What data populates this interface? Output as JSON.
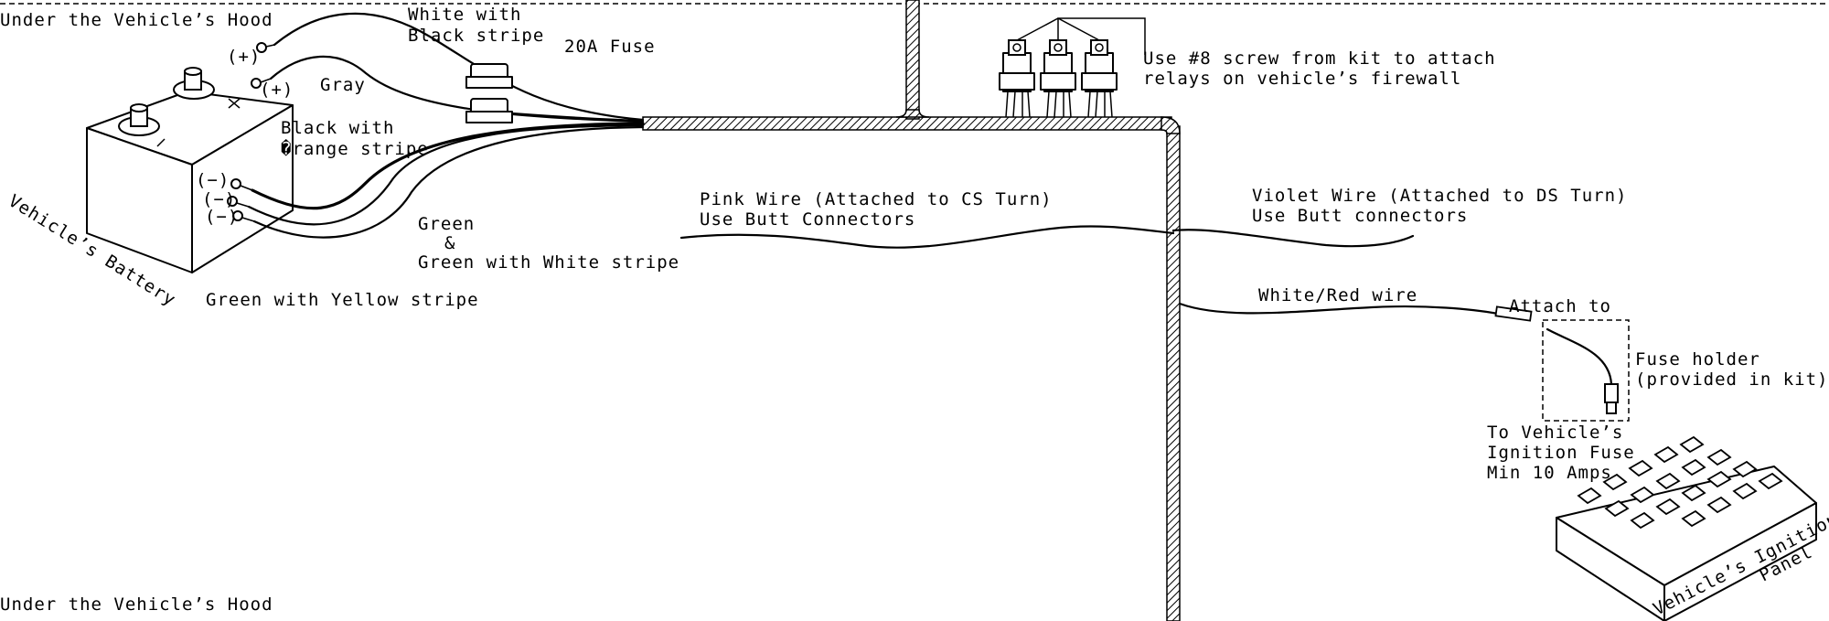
{
  "labels": {
    "hood_top": "Under the Vehicle’s Hood",
    "hood_bottom": "Under the Vehicle’s Hood",
    "white_black_1": "White with",
    "white_black_2": "Black stripe",
    "fuse_20a": "20A Fuse",
    "gray": "Gray",
    "black_orange_1": "Black with",
    "black_orange_2": "�range stripe",
    "plus_1": "(+)",
    "plus_2": "(+)",
    "minus_1": "(−)",
    "minus_2": "(−)",
    "minus_3": "(−)",
    "battery": "Vehicle’s Battery",
    "green_1": "Green",
    "green_amp": "&",
    "green_2": "Green with White stripe",
    "green_yellow": "Green with Yellow stripe",
    "relay_note_1": "Use #8 screw from kit to attach",
    "relay_note_2": "relays on vehicle’s firewall",
    "pink_1": "Pink Wire (Attached to CS Turn)",
    "pink_2": "Use Butt Connectors",
    "violet_1": "Violet Wire (Attached to DS Turn)",
    "violet_2": "Use Butt connectors",
    "white_red": "White/Red wire",
    "attach_to": "Attach to",
    "fuse_holder_1": "Fuse holder",
    "fuse_holder_2": "(provided in kit)",
    "ignition_1": "To Vehicle’s",
    "ignition_2": "Ignition Fuse",
    "ignition_3": "Min 10 Amps",
    "panel_1": "Vehicle’s Ignition",
    "panel_2": "Panel"
  }
}
